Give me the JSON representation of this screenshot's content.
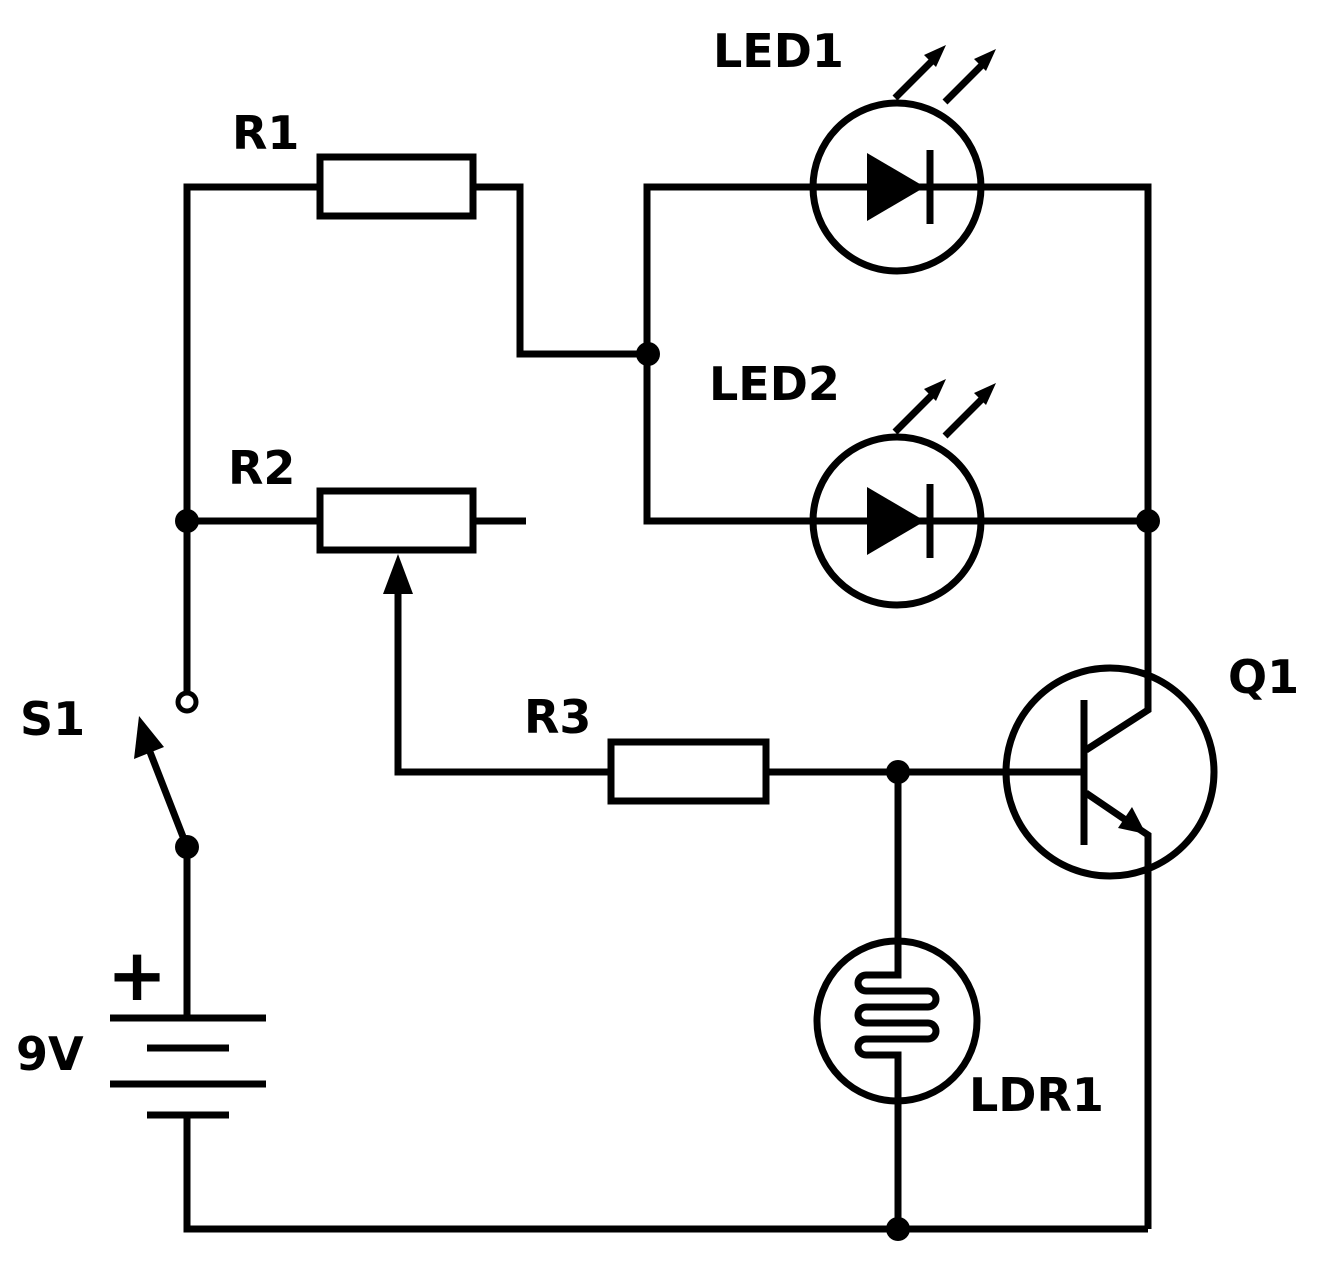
{
  "labels": {
    "r1": "R1",
    "r2": "R2",
    "r3": "R3",
    "led1": "LED1",
    "led2": "LED2",
    "q1": "Q1",
    "s1": "S1",
    "ldr1": "LDR1",
    "battery_voltage": "9V",
    "battery_plus": "+"
  },
  "colors": {
    "ink": "#000000",
    "background": "#ffffff"
  }
}
